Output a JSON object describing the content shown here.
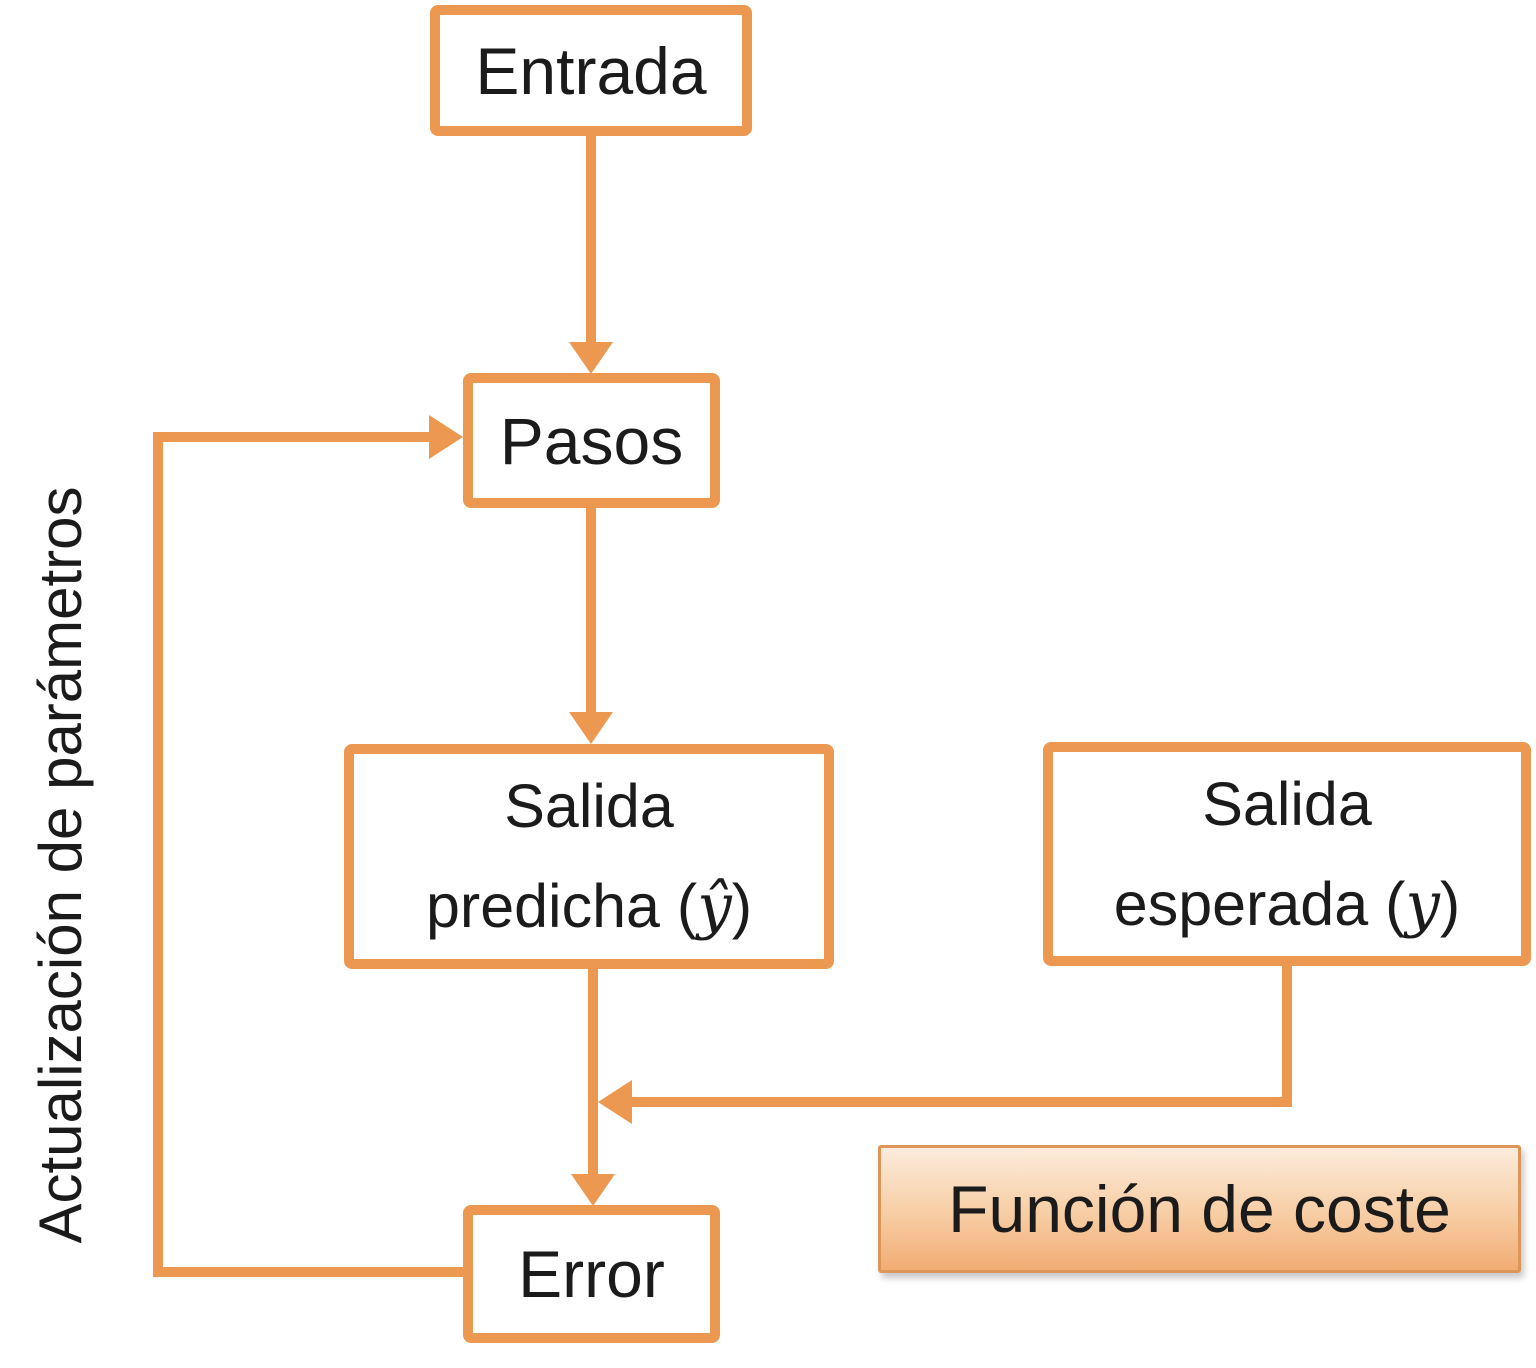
{
  "colors": {
    "accent": "#EC9851",
    "text": "#1B1B1B",
    "box_fill": "#FFFFFF",
    "cost_border": "#DB9659",
    "cost_top": "#FCEBDC",
    "cost_mid": "#F7CDA3",
    "cost_bottom": "#F2AC74"
  },
  "diagram": {
    "side_label": "Actualización de parámetros",
    "nodes": {
      "entrada": {
        "label": "Entrada"
      },
      "pasos": {
        "label": "Pasos"
      },
      "salida_predicha": {
        "line1": "Salida",
        "line2_prefix": "predicha (",
        "line2_math": "ŷ",
        "line2_suffix": ")"
      },
      "salida_esperada": {
        "line1": "Salida",
        "line2_prefix": "esperada (",
        "line2_math": "y",
        "line2_suffix": ")"
      },
      "error": {
        "label": "Error"
      },
      "funcion_coste": {
        "label": "Función de coste"
      }
    }
  }
}
